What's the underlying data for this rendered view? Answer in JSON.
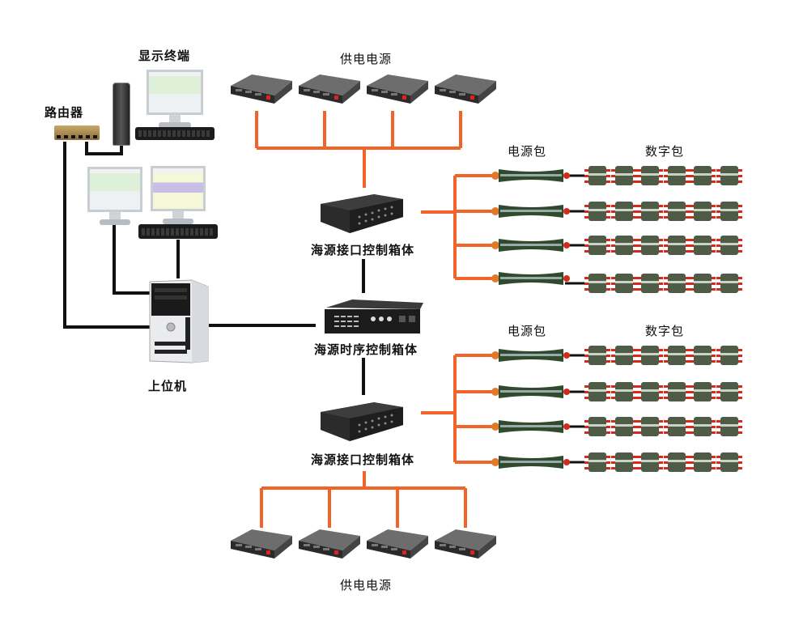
{
  "diagram": {
    "labels": {
      "display_terminal": "显示终端",
      "router": "路由器",
      "host_computer": "上位机",
      "power_supply_top": "供电电源",
      "power_supply_bottom": "供电电源",
      "interface_box_top": "海源接口控制箱体",
      "timing_box": "海源时序控制箱体",
      "interface_box_bottom": "海源接口控制箱体",
      "power_pack_top": "电源包",
      "digital_pack_top": "数字包",
      "power_pack_bottom": "电源包",
      "digital_pack_bottom": "数字包"
    },
    "counts": {
      "power_supplies_per_group": 4,
      "power_packs_per_group": 4,
      "digital_packs_per_row": 6
    },
    "colors": {
      "power_line": "#f0642a",
      "signal_line": "#111111",
      "pack_green": "#2f4a2c",
      "pack_tip_orange": "#e07a2a",
      "pack_tip_red": "#d42a1c"
    }
  }
}
